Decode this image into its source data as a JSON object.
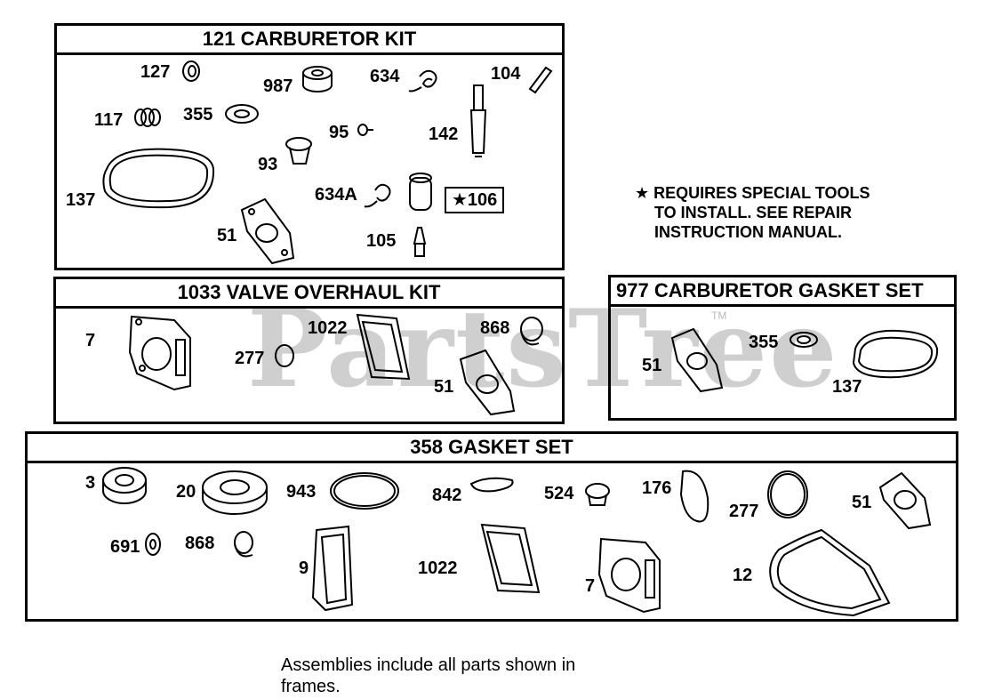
{
  "watermark": {
    "text": "PartsTree",
    "tm": "TM"
  },
  "carb_kit": {
    "title": "121 CARBURETOR KIT",
    "labels": {
      "p127": "127",
      "p987": "987",
      "p634": "634",
      "p104": "104",
      "p117": "117",
      "p355": "355",
      "p95": "95",
      "p142": "142",
      "p93": "93",
      "p137": "137",
      "p634a": "634A",
      "p106": "★106",
      "p51": "51",
      "p105": "105"
    }
  },
  "note": {
    "lines": [
      "★ REQUIRES SPECIAL TOOLS",
      "TO INSTALL.  SEE REPAIR",
      "INSTRUCTION MANUAL."
    ]
  },
  "valve_kit": {
    "title": "1033 VALVE OVERHAUL KIT",
    "labels": {
      "p7": "7",
      "p1022": "1022",
      "p868": "868",
      "p277": "277",
      "p51": "51"
    }
  },
  "gasket_carb": {
    "title": "977 CARBURETOR GASKET SET",
    "labels": {
      "p51": "51",
      "p355": "355",
      "p137": "137"
    }
  },
  "gasket_set": {
    "title": "358 GASKET SET",
    "labels": {
      "p3": "3",
      "p20": "20",
      "p943": "943",
      "p842": "842",
      "p524": "524",
      "p176": "176",
      "p277": "277",
      "p51": "51",
      "p691": "691",
      "p868": "868",
      "p9": "9",
      "p1022": "1022",
      "p7": "7",
      "p12": "12"
    }
  },
  "footer": {
    "line1": "Assemblies include all parts shown in",
    "line2": "frames."
  }
}
